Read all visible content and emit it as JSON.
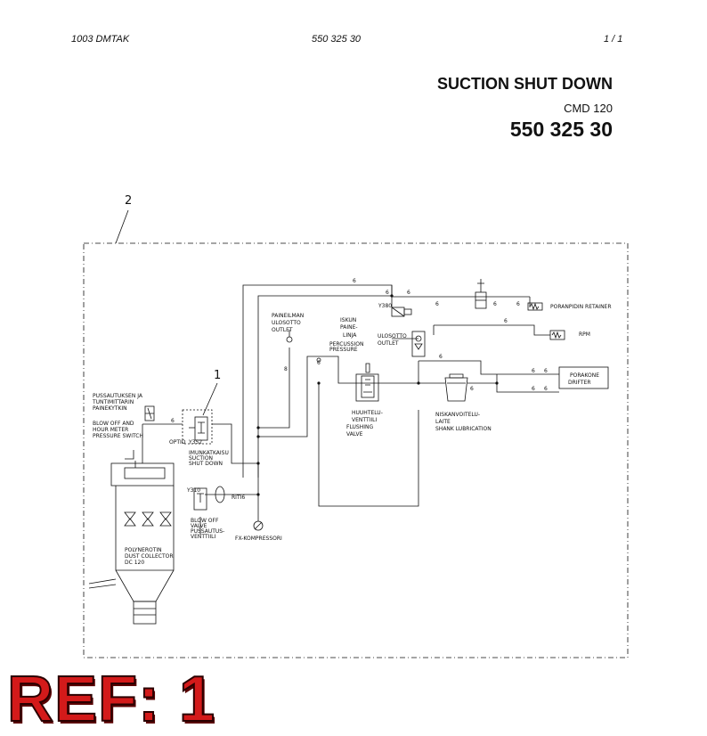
{
  "header": {
    "doc_code": "1003 DMTAK",
    "part_number": "550 325 30",
    "page": "1 /  1"
  },
  "title": {
    "main": "SUCTION SHUT DOWN",
    "model": "CMD 120",
    "number": "550 325 30"
  },
  "callouts": {
    "assembly": "2",
    "item": "1"
  },
  "labels": {
    "paineilman": "PAINEILMAN",
    "ulosotto": "ULOSOTTO",
    "outlet": "OUTLET",
    "iskun": "ISKUN",
    "paine": "PAINE-",
    "linja": "LINJA",
    "ulosotto2": "ULOSOTTO",
    "percussion": "PERCUSSION",
    "pressure": "PRESSURE",
    "outlet2": "OUTLET",
    "y380": "Y380",
    "poranpidin": "PORANPIDIN RETAINER",
    "rpm": "RPM",
    "porakone": "PORAKONE",
    "drifter": "DRIFTER",
    "huuhtelu1": "HUUHTELU-",
    "huuhtelu2": "VENTTIILI",
    "flushing1": "FLUSHING",
    "flushing2": "VALVE",
    "niska1": "NISKANVOITELU-",
    "niska2": "LAITE",
    "shank": "SHANK LUBRICATION",
    "pussa1": "PUSSAUTUKSEN JA",
    "pussa2": "TUNTIMITTARIN",
    "pussa3": "PAINEKYTKIN",
    "blow1": "BLOW OFF AND",
    "blow2": "HOUR METER",
    "blow3": "PRESSURE SWITCH",
    "optio": "OPTIO",
    "y352": "Y352",
    "imu1": "IMUNKATKAISU",
    "imu2": "SUCTION",
    "imu3": "SHUT DOWN",
    "y310": "Y310",
    "bov1": "BLOW OFF",
    "bov2": "VALVE",
    "bov3": "PUSSAUTUS-",
    "bov4": "VENTTIILI",
    "riti": "RITI6",
    "fx": "FX-KOMPRESSORI",
    "poly1": "POLYNEROTIN",
    "poly2": "DUST COLLECTOR",
    "poly3": "DC 120",
    "six": "6",
    "eight": "8"
  },
  "ref": "REF: 1"
}
